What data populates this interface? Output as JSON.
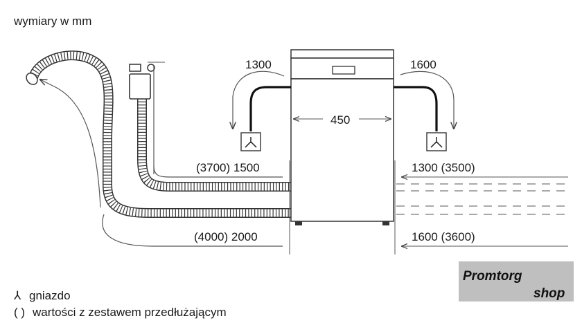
{
  "header": {
    "units_caption": "wymiary w mm"
  },
  "dimensions": {
    "left_pipe": "1300",
    "right_pipe": "1600",
    "width": "450",
    "left_inlet": "(3700) 1500",
    "right_inlet": "1300 (3500)",
    "left_drain": "(4000) 2000",
    "right_drain": "1600 (3600)"
  },
  "legend": {
    "socket_symbol": "⅄",
    "socket_label": "gniazdo",
    "parentheses_symbol": "( )",
    "parentheses_label": "wartości z zestawem przedłużającym"
  },
  "watermark": {
    "word1": "Promtorg",
    "word2": "shop"
  },
  "colors": {
    "line": "#555555",
    "pipe": "#111111",
    "logo_bg": "#bfbfbf"
  }
}
